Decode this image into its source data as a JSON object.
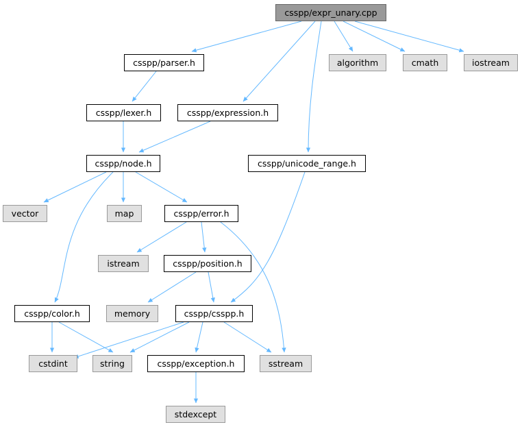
{
  "colors": {
    "root_fill": "#999999",
    "root_border": "#666666",
    "local_fill": "#ffffff",
    "local_border": "#000000",
    "system_fill": "#e0e0e0",
    "system_border": "#999999",
    "edge": "#63b8ff"
  },
  "nodes": [
    {
      "id": "expr_unary",
      "label": "csspp/expr_unary.cpp",
      "kind": "root"
    },
    {
      "id": "parser",
      "label": "csspp/parser.h",
      "kind": "local"
    },
    {
      "id": "algorithm",
      "label": "algorithm",
      "kind": "system"
    },
    {
      "id": "cmath",
      "label": "cmath",
      "kind": "system"
    },
    {
      "id": "iostream",
      "label": "iostream",
      "kind": "system"
    },
    {
      "id": "lexer",
      "label": "csspp/lexer.h",
      "kind": "local"
    },
    {
      "id": "expression",
      "label": "csspp/expression.h",
      "kind": "local"
    },
    {
      "id": "node",
      "label": "csspp/node.h",
      "kind": "local"
    },
    {
      "id": "unicode_range",
      "label": "csspp/unicode_range.h",
      "kind": "local"
    },
    {
      "id": "vector",
      "label": "vector",
      "kind": "system"
    },
    {
      "id": "map",
      "label": "map",
      "kind": "system"
    },
    {
      "id": "error",
      "label": "csspp/error.h",
      "kind": "local"
    },
    {
      "id": "istream",
      "label": "istream",
      "kind": "system"
    },
    {
      "id": "position",
      "label": "csspp/position.h",
      "kind": "local"
    },
    {
      "id": "color",
      "label": "csspp/color.h",
      "kind": "local"
    },
    {
      "id": "memory",
      "label": "memory",
      "kind": "system"
    },
    {
      "id": "csspp",
      "label": "csspp/csspp.h",
      "kind": "local"
    },
    {
      "id": "cstdint",
      "label": "cstdint",
      "kind": "system"
    },
    {
      "id": "string",
      "label": "string",
      "kind": "system"
    },
    {
      "id": "exception",
      "label": "csspp/exception.h",
      "kind": "local"
    },
    {
      "id": "sstream",
      "label": "sstream",
      "kind": "system"
    },
    {
      "id": "stdexcept",
      "label": "stdexcept",
      "kind": "system"
    }
  ],
  "edges": [
    {
      "from": "expr_unary",
      "to": "parser"
    },
    {
      "from": "expr_unary",
      "to": "expression"
    },
    {
      "from": "expr_unary",
      "to": "unicode_range"
    },
    {
      "from": "expr_unary",
      "to": "algorithm"
    },
    {
      "from": "expr_unary",
      "to": "cmath"
    },
    {
      "from": "expr_unary",
      "to": "iostream"
    },
    {
      "from": "parser",
      "to": "lexer"
    },
    {
      "from": "lexer",
      "to": "node"
    },
    {
      "from": "expression",
      "to": "node"
    },
    {
      "from": "node",
      "to": "vector"
    },
    {
      "from": "node",
      "to": "map"
    },
    {
      "from": "node",
      "to": "error"
    },
    {
      "from": "node",
      "to": "color"
    },
    {
      "from": "unicode_range",
      "to": "csspp"
    },
    {
      "from": "error",
      "to": "istream"
    },
    {
      "from": "error",
      "to": "position"
    },
    {
      "from": "error",
      "to": "sstream"
    },
    {
      "from": "position",
      "to": "memory"
    },
    {
      "from": "position",
      "to": "csspp"
    },
    {
      "from": "color",
      "to": "cstdint"
    },
    {
      "from": "color",
      "to": "string"
    },
    {
      "from": "csspp",
      "to": "cstdint"
    },
    {
      "from": "csspp",
      "to": "string"
    },
    {
      "from": "csspp",
      "to": "exception"
    },
    {
      "from": "csspp",
      "to": "sstream"
    },
    {
      "from": "exception",
      "to": "stdexcept"
    }
  ]
}
